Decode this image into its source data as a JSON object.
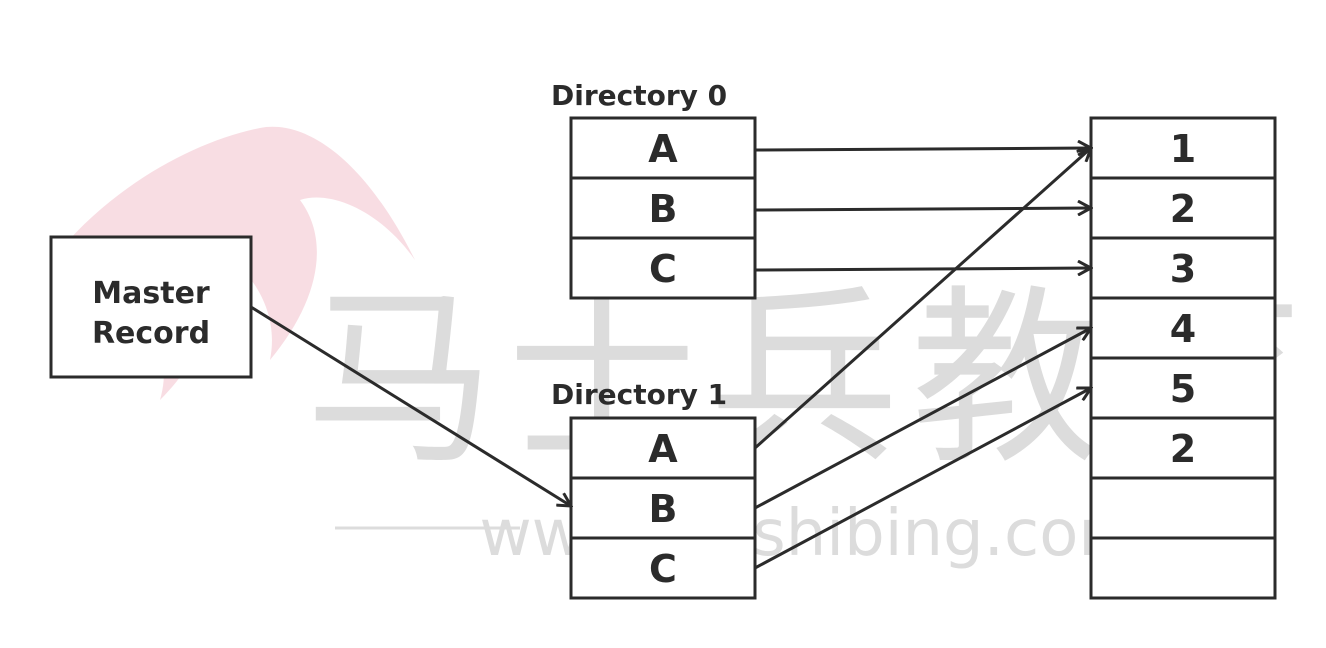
{
  "master": {
    "label_lines": [
      "Master",
      "Record"
    ]
  },
  "directories": [
    {
      "label": "Directory 0",
      "entries": [
        "A",
        "B",
        "C"
      ]
    },
    {
      "label": "Directory 1",
      "entries": [
        "A",
        "B",
        "C"
      ]
    }
  ],
  "pages": [
    "1",
    "2",
    "3",
    "4",
    "5",
    "2",
    "",
    ""
  ],
  "links": {
    "master_to": {
      "directory": 1,
      "entry": 1
    },
    "directory_0": [
      1,
      2,
      3
    ],
    "directory_1": [
      1,
      4,
      5
    ]
  },
  "watermark": {
    "logo_text": "马士兵教育",
    "url": "www.mashibing.com"
  },
  "colors": {
    "ink": "#2b2b2b",
    "watermark_gray": "#dcdcdc",
    "watermark_pink": "#f3c6d0"
  }
}
